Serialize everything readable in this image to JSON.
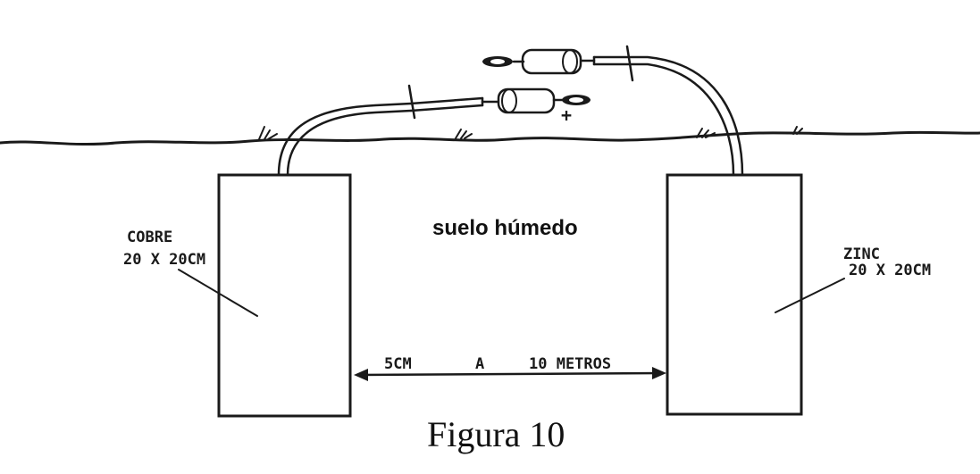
{
  "diagram": {
    "soil_label": "suelo húmedo",
    "left_plate": {
      "material": "COBRE",
      "size": "20 X 20CM"
    },
    "right_plate": {
      "material": "ZINC",
      "size": "20 X 20CM"
    },
    "distance": {
      "min": "5CM",
      "connector": "A",
      "max": "10 METROS"
    },
    "plus_sign": "+",
    "caption": "Figura 10"
  }
}
